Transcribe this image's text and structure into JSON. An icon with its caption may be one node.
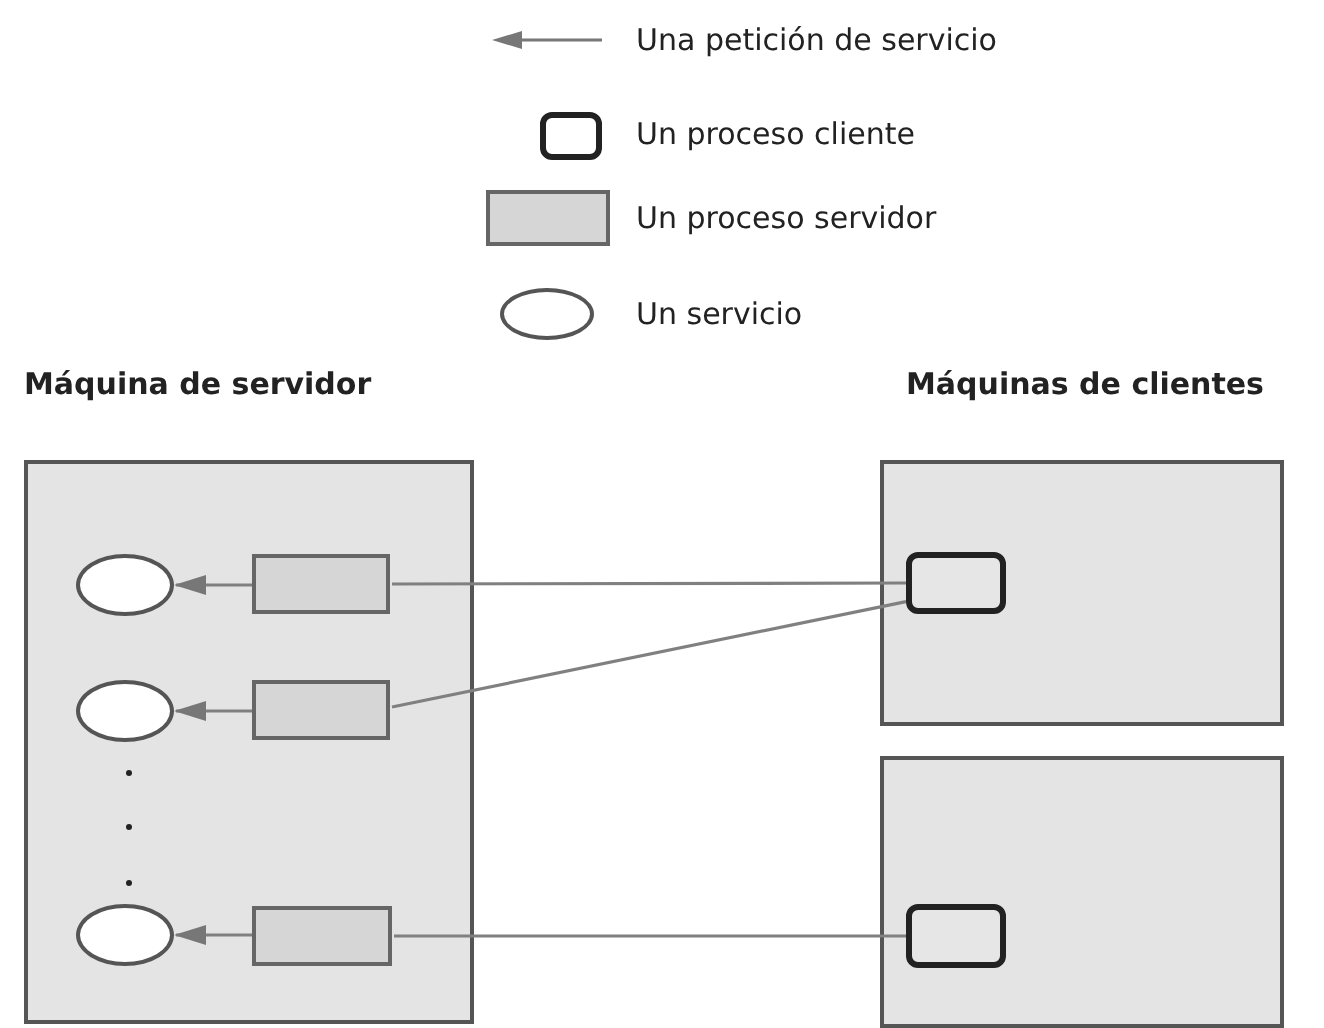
{
  "diagram": {
    "nodes": [
      {
        "text": [
          "Máquina de servidor"
        ]
      },
      {
        "text": [],
        "shape": "ellipse",
        "in": 0
      },
      {
        "text": [],
        "shape": "box",
        "in": 0
      },
      {
        "text": [],
        "shape": "ellipse",
        "in": 0
      },
      {
        "text": [],
        "shape": "box",
        "in": 0
      },
      {
        "text": [],
        "shape": "ellipse",
        "in": 0
      },
      {
        "text": [],
        "shape": "box",
        "in": 0
      },
      {
        "text": [],
        "shape": "box"
      },
      {
        "text": [],
        "shape": "box"
      },
      {
        "text": [],
        "shape": "box",
        "in": 7
      },
      {
        "text": [],
        "shape": "box",
        "in": 8
      }
    ],
    "edges": [
      {
        "from": 9,
        "to": 2,
        "arrow": "none"
      },
      {
        "from": 2,
        "to": 1,
        "arrow": "to"
      },
      {
        "from": 9,
        "to": 4,
        "arrow": "none"
      },
      {
        "from": 4,
        "to": 3,
        "arrow": "to"
      },
      {
        "from": 10,
        "to": 6,
        "arrow": "none"
      },
      {
        "from": 6,
        "to": 5,
        "arrow": "to"
      }
    ],
    "labels": [
      "Máquinas de clientes"
    ],
    "legend": [
      {
        "text": "Una petición de servicio"
      },
      {
        "text": "Un proceso cliente"
      },
      {
        "text": "Un proceso servidor"
      },
      {
        "text": "Un servicio"
      }
    ]
  }
}
